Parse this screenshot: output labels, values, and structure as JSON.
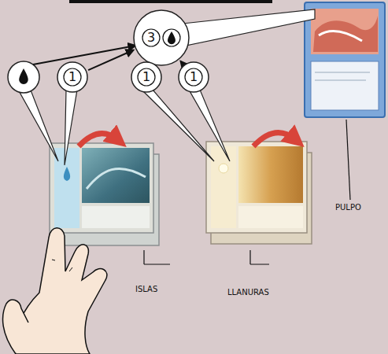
{
  "diagram": {
    "nodes": [
      {
        "text": [
          "3"
        ]
      },
      {
        "text": [
          "1"
        ]
      },
      {
        "text": [
          "1"
        ]
      },
      {
        "text": [
          "1"
        ]
      }
    ],
    "edges": [
      {
        "from": 1,
        "to": 0,
        "arrow": "to"
      },
      {
        "from": 2,
        "to": 0,
        "arrow": "to"
      },
      {
        "from": 3,
        "to": 0,
        "arrow": "to"
      }
    ],
    "labels": [
      "PULPO",
      "ISLAS",
      "LLANURAS"
    ]
  }
}
